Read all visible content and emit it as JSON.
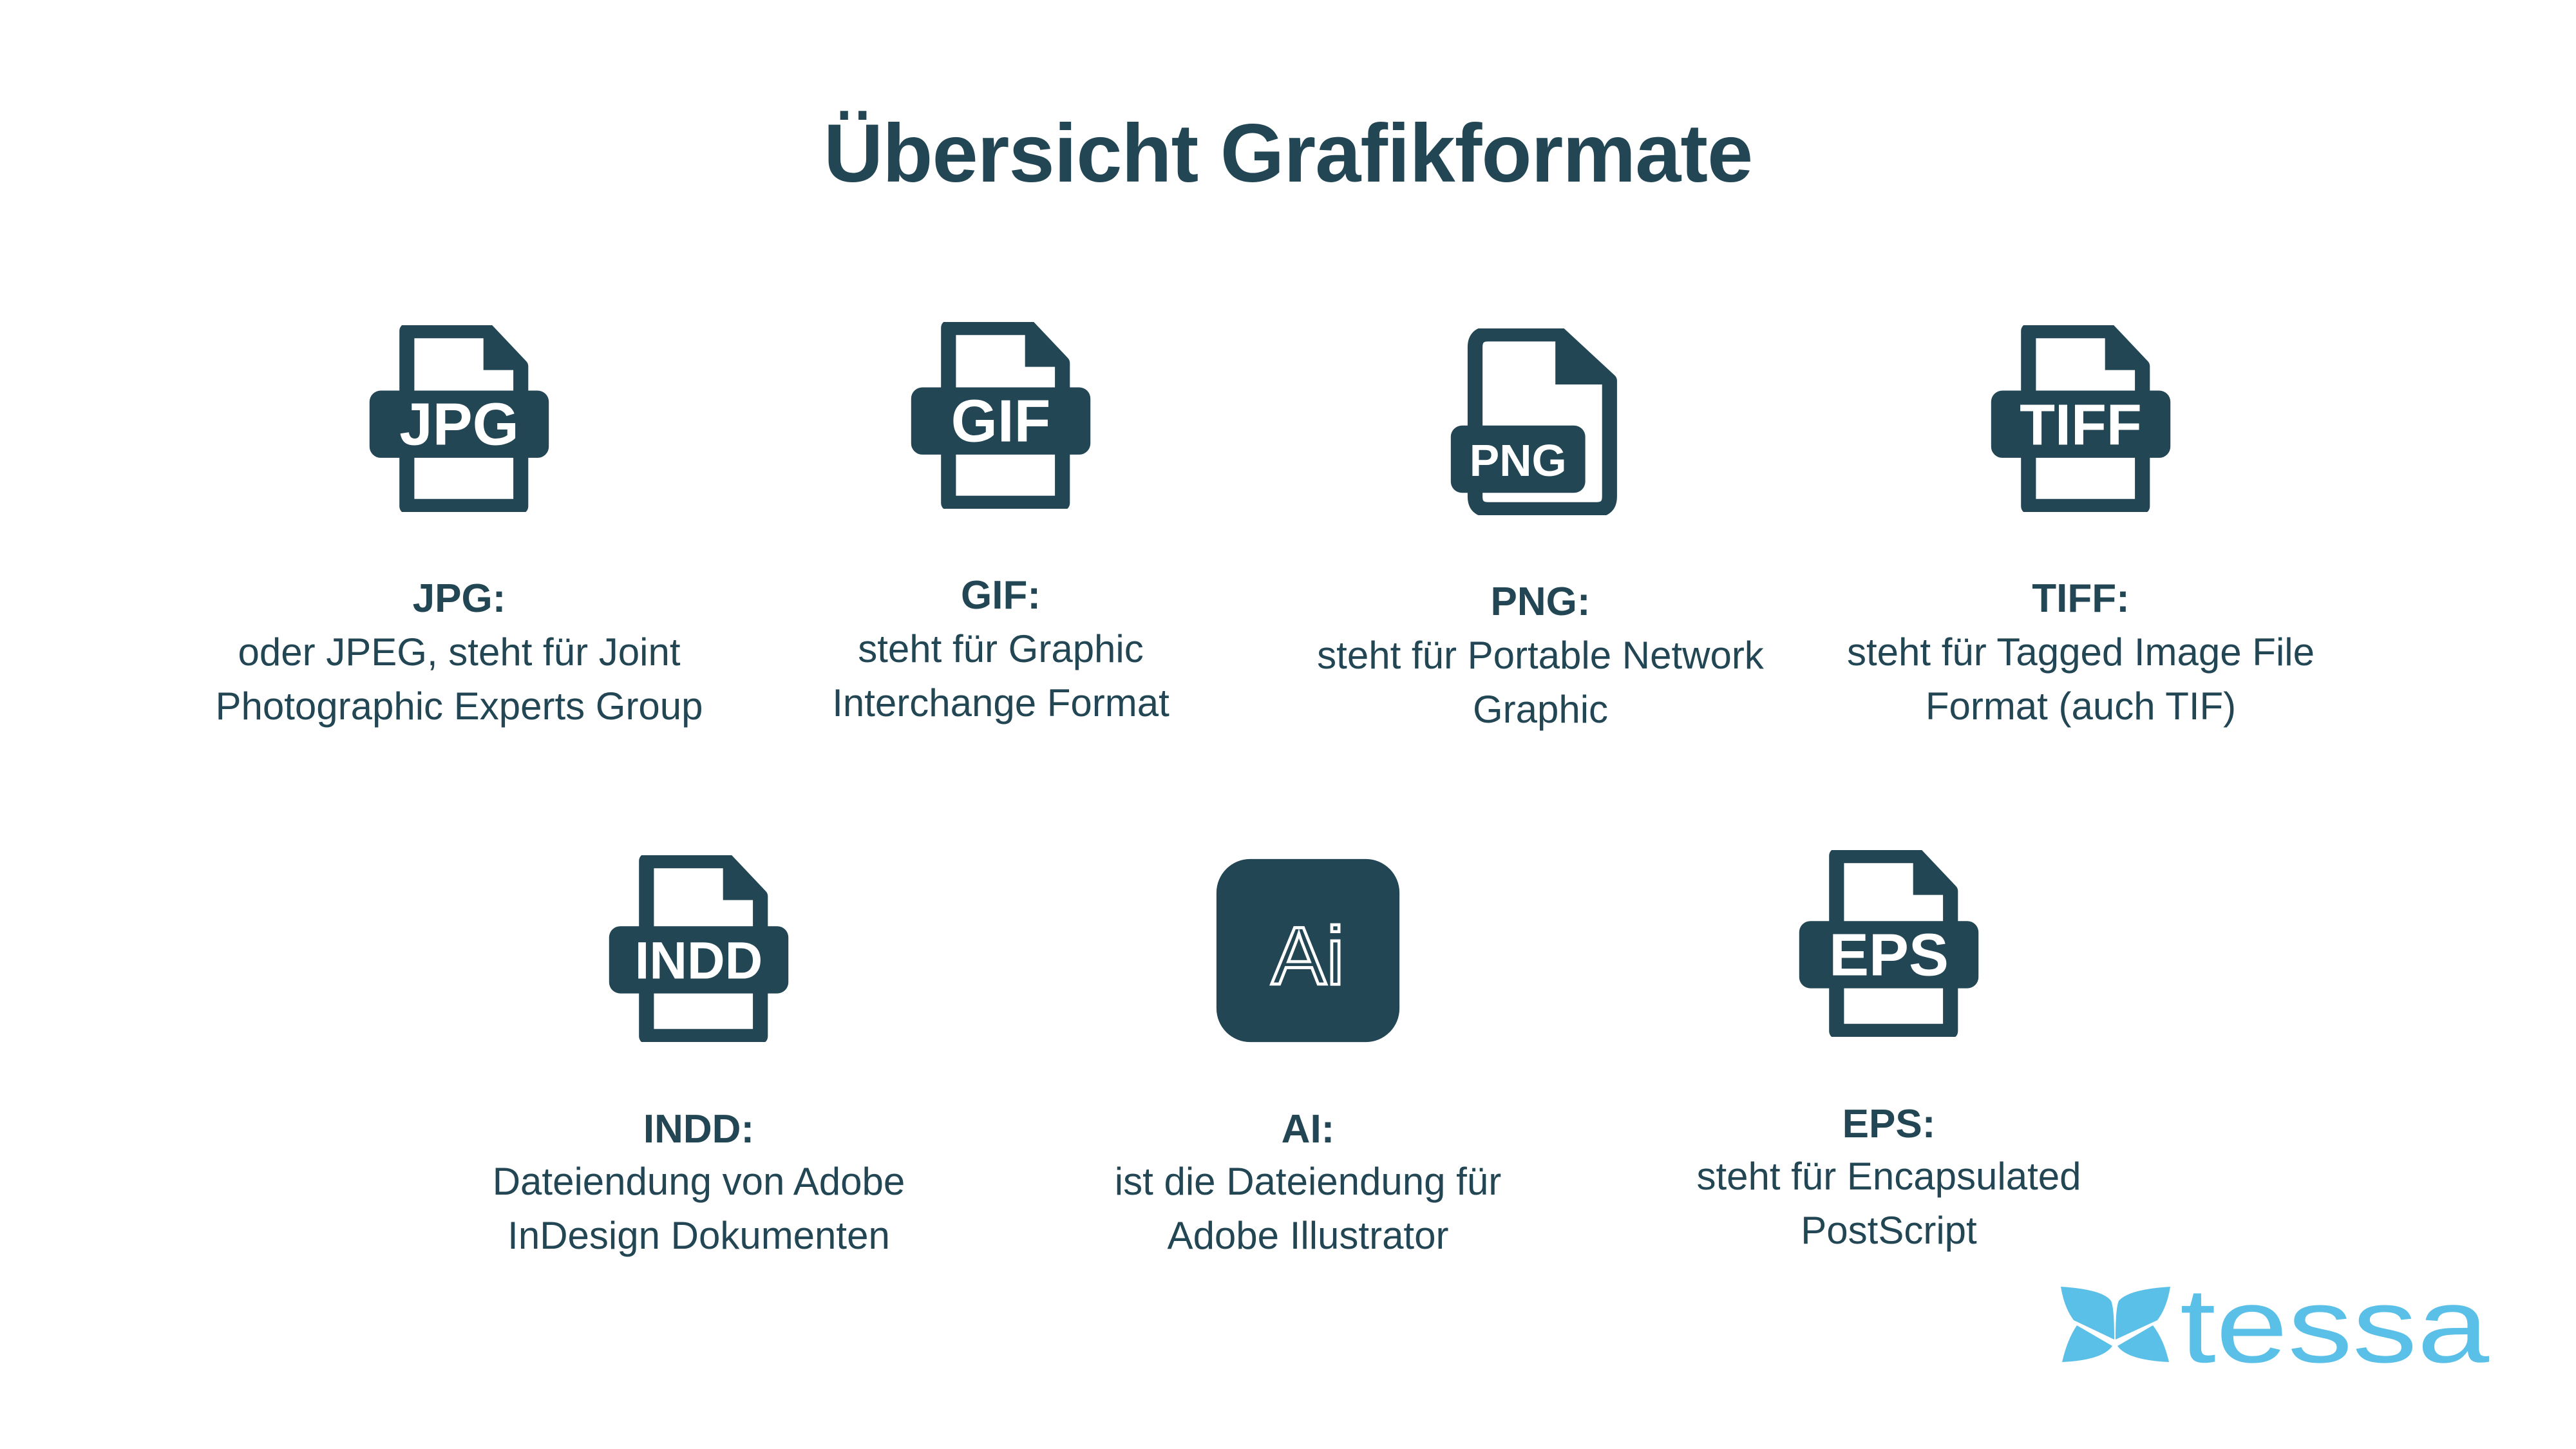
{
  "title": "Übersicht Grafikformate",
  "colors": {
    "primary": "#234654",
    "logo": "#5bc0e8",
    "background": "#ffffff"
  },
  "formats": [
    {
      "badge": "JPG",
      "label": "JPG:",
      "description": "oder JPEG, steht für Joint\nPhotographic Experts Group",
      "icon": "jpg-file-icon"
    },
    {
      "badge": "GIF",
      "label": "GIF:",
      "description": "steht für Graphic\nInterchange Format",
      "icon": "gif-file-icon"
    },
    {
      "badge": "PNG",
      "label": "PNG:",
      "description": "steht für Portable Network\nGraphic",
      "icon": "png-file-icon"
    },
    {
      "badge": "TIFF",
      "label": "TIFF:",
      "description": "steht für Tagged Image File\nFormat (auch TIF)",
      "icon": "tiff-file-icon"
    },
    {
      "badge": "INDD",
      "label": "INDD:",
      "description": "Dateiendung von Adobe\nInDesign Dokumenten",
      "icon": "indd-file-icon"
    },
    {
      "badge": "Ai",
      "label": "AI:",
      "description": "ist die Dateiendung für\nAdobe Illustrator",
      "icon": "adobe-illustrator-icon"
    },
    {
      "badge": "EPS",
      "label": "EPS:",
      "description": "steht für Encapsulated\nPostScript",
      "icon": "eps-file-icon"
    }
  ],
  "logo": {
    "text": "tessa"
  }
}
